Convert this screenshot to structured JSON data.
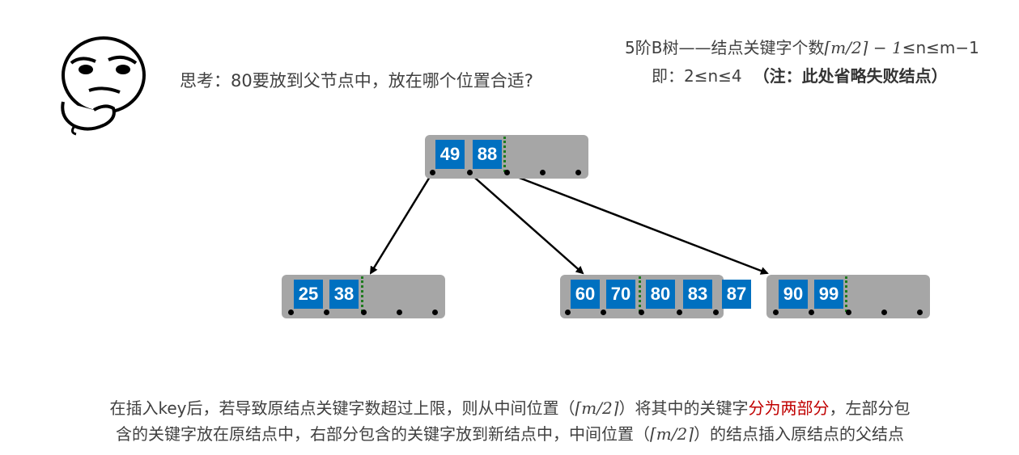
{
  "prompt": {
    "question": "思考：80要放到父节点中，放在哪个位置合适?"
  },
  "rule": {
    "line1_prefix": "5阶B树——结点关键字个数",
    "line1_formula": "⌈m/2⌉ − 1",
    "line1_suffix": "≤n≤m−1",
    "line2_main": "即：2≤n≤4",
    "line2_note": "（注：此处省略失败结点）"
  },
  "tree": {
    "root": {
      "keys": [
        "49",
        "88"
      ]
    },
    "children": [
      {
        "keys": [
          "25",
          "38"
        ]
      },
      {
        "keys": [
          "60",
          "70",
          "80",
          "83"
        ],
        "overflow_key": "87"
      },
      {
        "keys": [
          "90",
          "99"
        ]
      }
    ]
  },
  "description": {
    "line1_a": "在插入key后，若导致原结点关键字数超过上限，则从中间位置（",
    "line1_formula": "⌈m/2⌉",
    "line1_b": "）将其中的关键字",
    "line1_highlight": "分为两部分",
    "line1_c": "，左部分包",
    "line2_a": "含的关键字放在原结点中，右部分包含的关键字放到新结点中，中间位置（",
    "line2_formula": "⌈m/2⌉",
    "line2_b": "）的结点插入原结点的父结点"
  },
  "colors": {
    "key_fill": "#0070c0",
    "node_fill": "#a6a6a6",
    "highlight": "#c00000",
    "separator": "#1e7a1e"
  },
  "icons": {
    "meme": "thinking-face-icon"
  }
}
